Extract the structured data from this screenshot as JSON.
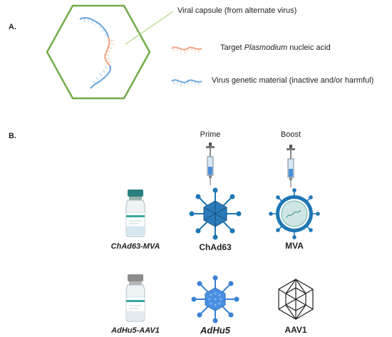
{
  "panel_a": {
    "label": "A.",
    "legend": {
      "capsule": "Viral capsule (from alternate virus)",
      "target_prefix": "Target ",
      "target_italic": "Plasmodium",
      "target_suffix": " nucleic acid",
      "virus_material": "Virus genetic material (inactive and/or harmful)"
    },
    "colors": {
      "capsule": "#70ad47",
      "target": "#f4a582",
      "virus": "#6fa8dc"
    }
  },
  "panel_b": {
    "label": "B.",
    "columns": {
      "prime": "Prime",
      "boost": "Boost"
    },
    "rows": [
      {
        "vaccine": "ChAd63-MVA",
        "prime_virus": "ChAd63",
        "boost_virus": "MVA"
      },
      {
        "vaccine": "AdHu5-AAV1",
        "prime_virus": "AdHu5",
        "boost_virus": "AAV1"
      }
    ],
    "icons": [
      "syringe-icon",
      "vial-icon",
      "adenovirus-icon",
      "mva-virus-icon",
      "aav-capsid-icon"
    ]
  }
}
